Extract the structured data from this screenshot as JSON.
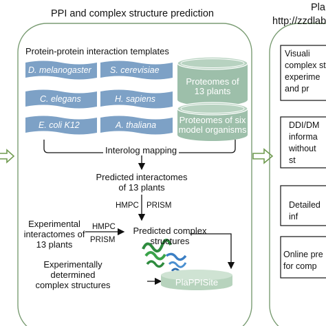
{
  "left_panel": {
    "title": "PPI and complex structure prediction",
    "templates_heading": "Protein-protein interaction templates",
    "species": [
      "D. melanogaster",
      "S. cerevisiae",
      "C. elegans",
      "H. sapiens",
      "E. coli K12",
      "A. thaliana"
    ],
    "proteome_13": [
      "Proteomes of",
      "13 plants"
    ],
    "proteome_six": [
      "Proteomes of six",
      "model organisms"
    ],
    "interolog": "Interolog mapping",
    "predicted_interactomes": [
      "Predicted interactomes",
      "of 13 plants"
    ],
    "method_1": "HMPC",
    "method_2": "PRISM",
    "experimental_interactomes": [
      "Experimental",
      "interactomes of",
      "13 plants"
    ],
    "method_3": "HMPC",
    "method_4": "PRISM",
    "predicted_complex": [
      "Predicted complex",
      "structures"
    ],
    "experimentally_determined": [
      "Experimentally",
      "determined",
      "complex structures"
    ],
    "database": "PlaPPISite"
  },
  "right_panel": {
    "title_partial": "Pla",
    "url_partial": "http://zzdlab",
    "box1": [
      "Visuali",
      "complex st",
      "experime",
      "and pr"
    ],
    "box2": [
      "DDI/DM",
      "informa",
      "without",
      "st"
    ],
    "box3": [
      "Detailed",
      "inf"
    ],
    "box4": [
      "Online pre",
      "for comp"
    ]
  },
  "colors": {
    "flag_blue": "#7da1c6",
    "cylinder_green": "#9dbfaa",
    "panel_border": "#6f9a70",
    "arrow_green": "#6f9a4f"
  }
}
